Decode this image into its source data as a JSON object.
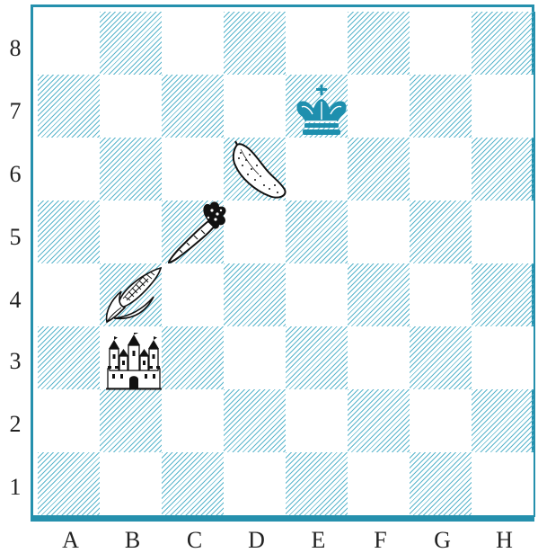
{
  "board": {
    "files": [
      "A",
      "B",
      "C",
      "D",
      "E",
      "F",
      "G",
      "H"
    ],
    "ranks": [
      "8",
      "7",
      "6",
      "5",
      "4",
      "3",
      "2",
      "1"
    ],
    "dark_square_color": "#5ab5cc",
    "border_color": "#2590ad"
  },
  "pieces": [
    {
      "square": "E7",
      "type": "king",
      "color": "#1e8fae",
      "icon": "king-icon"
    },
    {
      "square": "D6",
      "type": "pickle",
      "icon": "pickle-icon"
    },
    {
      "square": "C5",
      "type": "carrot",
      "icon": "carrot-icon"
    },
    {
      "square": "B4",
      "type": "corn",
      "icon": "corn-icon"
    },
    {
      "square": "B3",
      "type": "castle",
      "icon": "castle-icon"
    }
  ]
}
